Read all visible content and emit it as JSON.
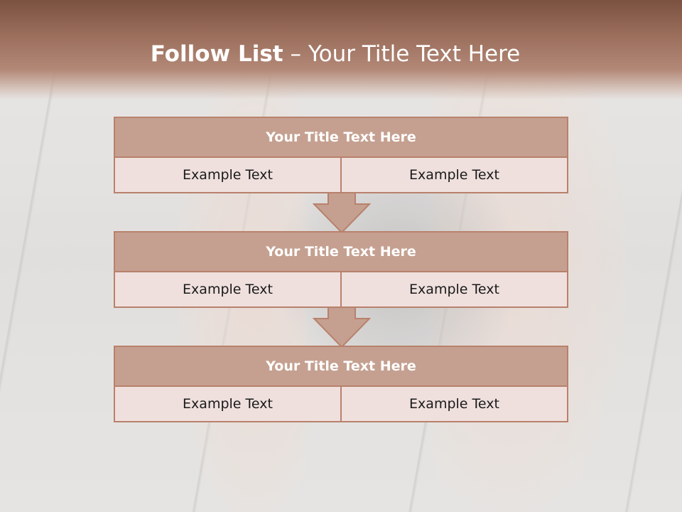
{
  "slide": {
    "title_bold": "Follow List",
    "title_rest": " – Your Title Text Here"
  },
  "blocks": [
    {
      "header": "Your Title Text Here",
      "left": "Example Text",
      "right": "Example Text"
    },
    {
      "header": "Your Title Text Here",
      "left": "Example Text",
      "right": "Example Text"
    },
    {
      "header": "Your Title Text Here",
      "left": "Example Text",
      "right": "Example Text"
    }
  ],
  "colors": {
    "title_band": "#8b5e4b",
    "block_header": "#c5a090",
    "block_border": "#b8816c",
    "cell_bg": "#efe0dd"
  }
}
